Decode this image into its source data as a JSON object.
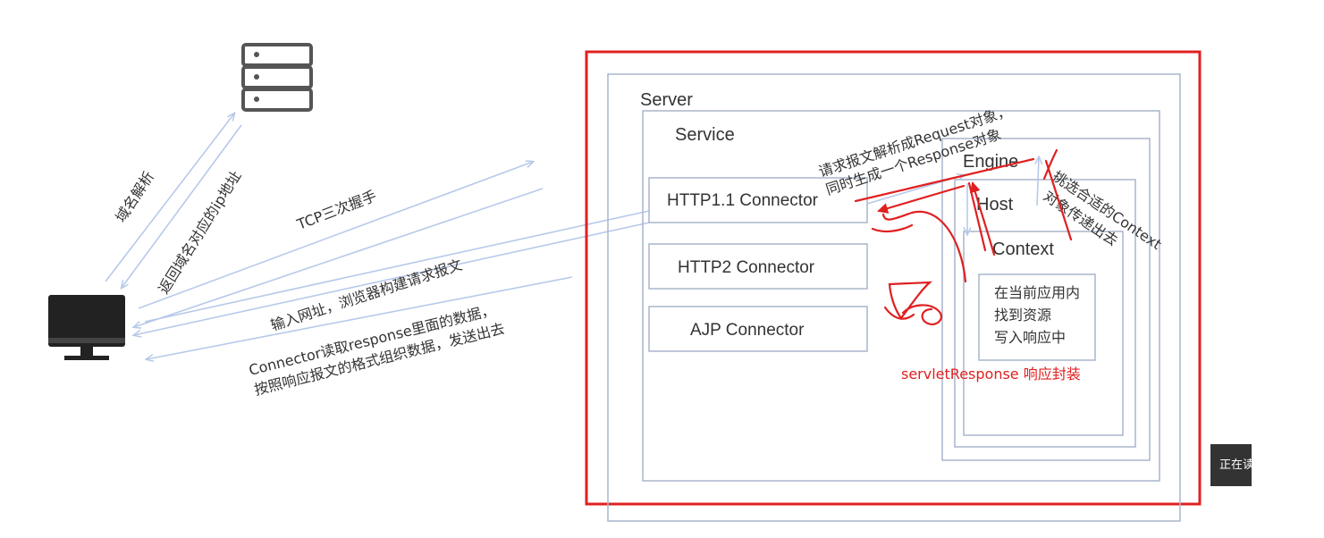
{
  "labels": {
    "domain_resolve": "域名解析",
    "return_ip": "返回域名对应的ip地址",
    "tcp_handshake": "TCP三次握手",
    "input_url": "输入网址，浏览器构建请求报文",
    "connector_read_1": "Connector读取response里面的数据，",
    "connector_read_2": "按照响应报文的格式组织数据，发送出去",
    "parse_request_1": "请求报文解析成Request对象，",
    "parse_request_2": "同时生成一个Response对象",
    "select_context_1": "挑选合适的Context",
    "select_context_2": "对象传递出去",
    "servlet_response": "servletResponse 响应封装"
  },
  "boxes": {
    "server": "Server",
    "service": "Service",
    "http11": "HTTP1.1 Connector",
    "http2": "HTTP2 Connector",
    "ajp": "AJP Connector",
    "engine": "Engine",
    "host": "Host",
    "context": "Context",
    "context_body": [
      "在当前应用内",
      "找到资源",
      "写入响应中"
    ]
  },
  "status_chip": "正在读",
  "colors": {
    "box_border": "#a8b6cc",
    "arrow_blue": "#b7c9ea",
    "annotation_red": "#e02020",
    "text": "#333333"
  },
  "icons": [
    "server-icon",
    "monitor-icon"
  ]
}
